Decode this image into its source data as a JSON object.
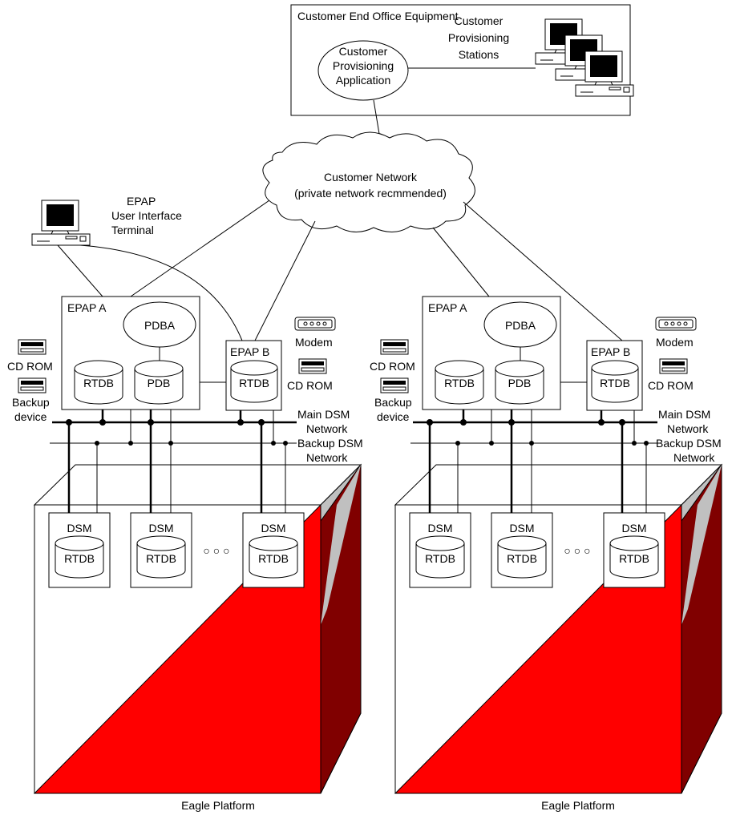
{
  "customer": {
    "equipment_label": "Customer End Office Equipment",
    "app_line1": "Customer",
    "app_line2": "Provisioning",
    "app_line3": "Application",
    "stations_line1": "Customer",
    "stations_line2": "Provisioning",
    "stations_line3": "Stations"
  },
  "network": {
    "line1": "Customer Network",
    "line2": "(private network recmmended)"
  },
  "ui_terminal": {
    "line1": "EPAP",
    "line2": "User Interface",
    "line3": "Terminal"
  },
  "labels": {
    "epap_a": "EPAP A",
    "epap_b": "EPAP B",
    "pdba": "PDBA",
    "pdb": "PDB",
    "rtdb": "RTDB",
    "dsm": "DSM",
    "modem": "Modem",
    "cdrom": "CD ROM",
    "backup_line1": "Backup",
    "backup_line2": "device",
    "main_dsm_line1": "Main DSM",
    "main_dsm_line2": "Network",
    "backup_dsm_line1": "Backup DSM",
    "backup_dsm_line2": "Network",
    "ellipsis": "○ ○ ○",
    "eagle_platform": "Eagle Platform"
  },
  "colors": {
    "platform_red": "#ff0000",
    "platform_dark_red": "#800000",
    "platform_gray": "#c0c0c0",
    "screen_black": "#000000"
  }
}
